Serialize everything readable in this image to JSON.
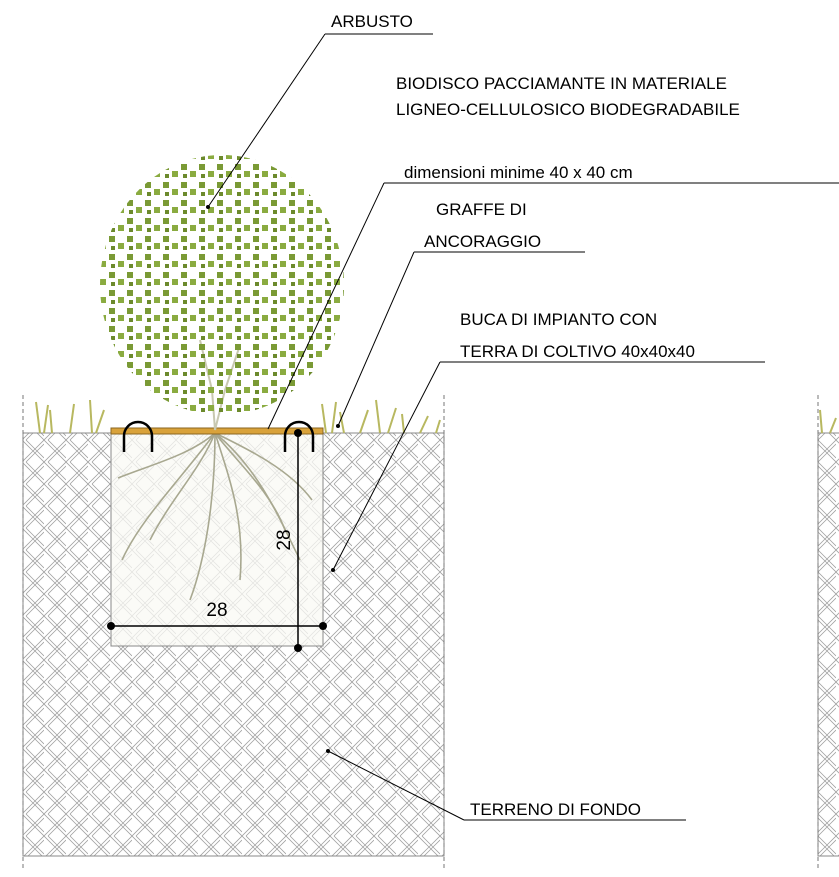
{
  "labels": {
    "shrub": "ARBUSTO",
    "mulch_line1": "BIODISCO PACCIAMANTE IN MATERIALE",
    "mulch_line2": "LIGNEO-CELLULOSICO BIODEGRADABILE",
    "mulch_line3": "dimensioni minime 40 x 40 cm",
    "staples_line1": "GRAFFE DI",
    "staples_line2": "ANCORAGGIO",
    "pit_line1": "BUCA DI IMPIANTO  CON",
    "pit_line2": "TERRA DI COLTIVO 40x40x40",
    "subsoil": "TERRENO DI FONDO"
  },
  "dimensions": {
    "pit_width": "28",
    "pit_depth": "28"
  },
  "colors": {
    "foliage": "#7a9a35",
    "grass": "#b8b860",
    "mulch": "#d9a23a",
    "hatch": "#9a9a9a",
    "roots": "#a8a890"
  }
}
